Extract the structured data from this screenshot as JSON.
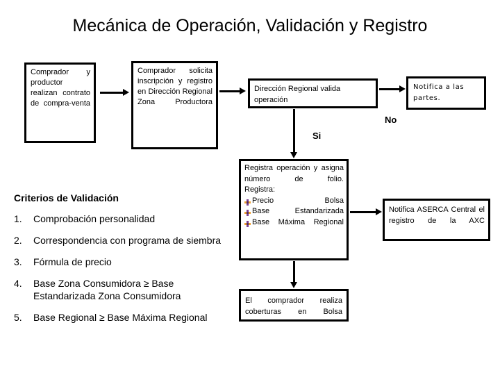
{
  "slide": {
    "title": "Mecánica de Operación, Validación y Registro",
    "background_color": "#ffffff",
    "text_color": "#000000",
    "border_color": "#000000"
  },
  "flow": {
    "boxes": [
      {
        "id": "contrato",
        "name": "box-contrato",
        "text": "Comprador y productor realizan contrato de compra-venta"
      },
      {
        "id": "inscripcion",
        "name": "box-inscripcion",
        "text": "Comprador solicita inscripción y registro en Dirección Regional Zona Productora"
      },
      {
        "id": "valida",
        "name": "box-valida",
        "text": "Dirección Regional valida operación"
      },
      {
        "id": "notifica-partes",
        "name": "box-notifica-partes",
        "text": "Notifica a las partes."
      },
      {
        "id": "registra",
        "name": "box-registra",
        "intro_line_1": "Registra operación y asigna número de folio.",
        "intro_line_2": "Registra:",
        "bullets": [
          "Precio Bolsa",
          "Base Estandarizada",
          "Base Máxima Regional"
        ]
      },
      {
        "id": "notifica-aserca",
        "name": "box-notifica-aserca",
        "text": "Notifica ASERCA Central el registro de la AXC"
      },
      {
        "id": "coberturas",
        "name": "box-coberturas",
        "text": "El comprador realiza coberturas en Bolsa"
      }
    ],
    "decision_labels": {
      "yes": "Si",
      "no": "No"
    },
    "connectors": [
      {
        "id": "contrato-inscripcion",
        "from": "contrato",
        "to": "inscripcion",
        "direction": "right"
      },
      {
        "id": "inscripcion-valida",
        "from": "inscripcion",
        "to": "valida",
        "direction": "right"
      },
      {
        "id": "valida-notifica-partes",
        "from": "valida",
        "to": "notifica-partes",
        "direction": "right",
        "label": "No"
      },
      {
        "id": "valida-registra",
        "from": "valida",
        "to": "registra",
        "direction": "down",
        "label": "Si"
      },
      {
        "id": "registra-aserca",
        "from": "registra",
        "to": "notifica-aserca",
        "direction": "right"
      },
      {
        "id": "registra-coberturas",
        "from": "registra",
        "to": "coberturas",
        "direction": "down"
      }
    ]
  },
  "criteria": {
    "heading": "Criterios de Validación",
    "items": [
      {
        "number": "1.",
        "text": "Comprobación personalidad"
      },
      {
        "number": "2.",
        "text": "Correspondencia con programa de siembra"
      },
      {
        "number": "3.",
        "text": "Fórmula de precio"
      },
      {
        "number": "4.",
        "text": "Base Zona Consumidora ≥ Base Estandarizada Zona Consumidora"
      },
      {
        "number": "5.",
        "text": "Base Regional ≥ Base Máxima Regional"
      }
    ]
  },
  "icons": {
    "bullet_marker": "arrow-bullet-icon",
    "bullet_colors": [
      "#f0a030",
      "#8b4f9e",
      "#4a2d6b"
    ]
  }
}
